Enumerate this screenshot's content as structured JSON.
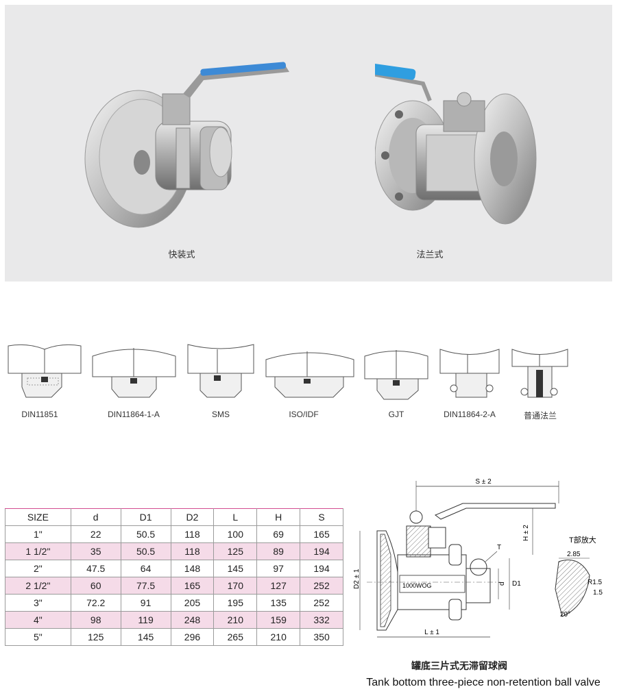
{
  "photos": [
    {
      "caption": "快装式"
    },
    {
      "caption": "法兰式"
    }
  ],
  "connections": [
    {
      "label": "DIN11851"
    },
    {
      "label": "DIN11864-1-A"
    },
    {
      "label": "SMS"
    },
    {
      "label": "ISO/IDF"
    },
    {
      "label": "GJT"
    },
    {
      "label": "DIN11864-2-A"
    },
    {
      "label": "普通法兰"
    }
  ],
  "spec_table": {
    "headers": [
      "SIZE",
      "d",
      "D1",
      "D2",
      "L",
      "H",
      "S"
    ],
    "rows": [
      [
        "1\"",
        "22",
        "50.5",
        "118",
        "100",
        "69",
        "165"
      ],
      [
        "1 1/2\"",
        "35",
        "50.5",
        "118",
        "125",
        "89",
        "194"
      ],
      [
        "2\"",
        "47.5",
        "64",
        "148",
        "145",
        "97",
        "194"
      ],
      [
        "2 1/2\"",
        "60",
        "77.5",
        "165",
        "170",
        "127",
        "252"
      ],
      [
        "3\"",
        "72.2",
        "91",
        "205",
        "195",
        "135",
        "252"
      ],
      [
        "4\"",
        "98",
        "119",
        "248",
        "210",
        "159",
        "332"
      ],
      [
        "5\"",
        "125",
        "145",
        "296",
        "265",
        "210",
        "350"
      ]
    ],
    "shade_color": "#f5dbe8",
    "accent_color": "#d24c8f"
  },
  "drawing": {
    "dim_s": "S ± 2",
    "dim_h": "H ± 2",
    "dim_d2": "D2 ± 1",
    "dim_l": "L ± 1",
    "dim_d": "d",
    "dim_d1": "D1",
    "label_t": "T",
    "body_mark": "1000WOG",
    "detail_title": "T部放大",
    "detail_285": "2.85",
    "detail_r15": "R1.5",
    "detail_15": "1.5",
    "detail_20": "20°"
  },
  "title": {
    "cn": "罐底三片式无滞留球阀",
    "en": "Tank bottom three-piece non-retention ball valve"
  }
}
